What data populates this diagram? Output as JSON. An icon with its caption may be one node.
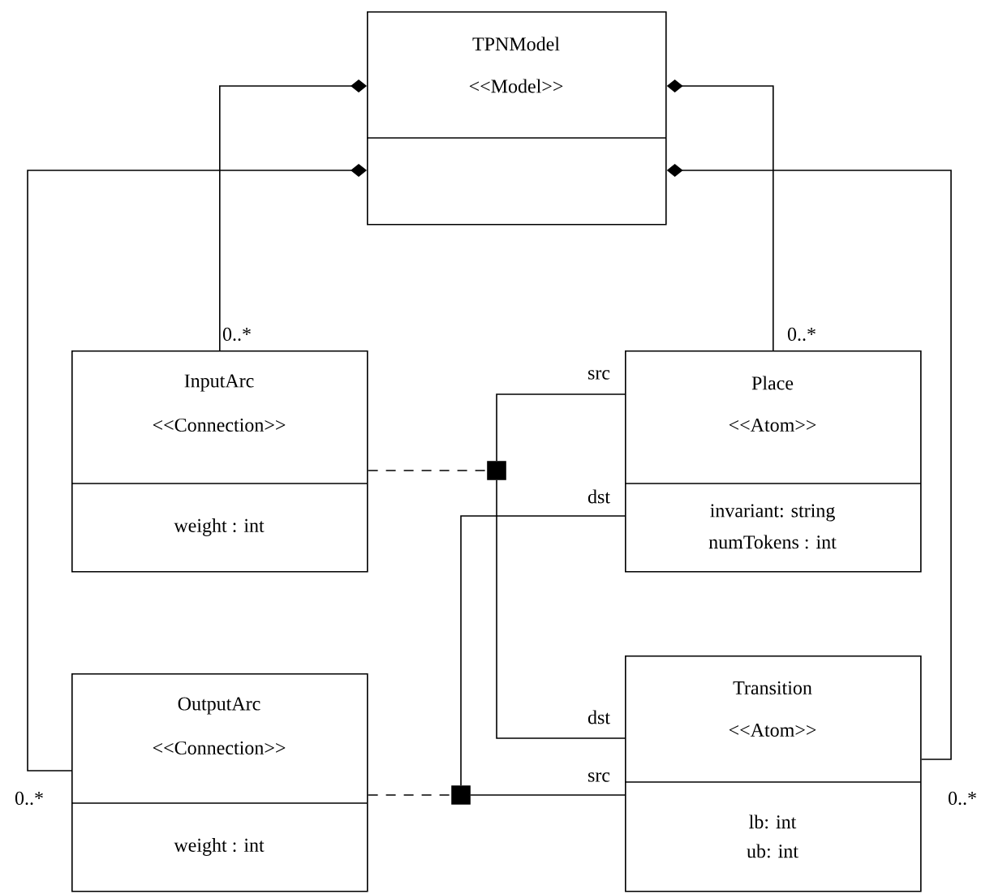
{
  "diagram": {
    "nodes": [
      {
        "text": [
          "TPNModel",
          "<<Model>>"
        ]
      },
      {
        "text": [
          "InputArc",
          "<<Connection>>",
          "weight : int"
        ]
      },
      {
        "text": [
          "Place",
          "<<Atom>>",
          "invariant: string",
          "numTokens : int"
        ]
      },
      {
        "text": [
          "OutputArc",
          "<<Connection>>",
          "weight : int"
        ]
      },
      {
        "text": [
          "Transition",
          "<<Atom>>",
          "lb: int",
          "ub: int"
        ]
      },
      {
        "text": [],
        "shape": "box"
      },
      {
        "text": [],
        "shape": "box"
      }
    ],
    "edges": [
      {
        "from": 0,
        "to": 1,
        "arrow": "other",
        "label": "0..*"
      },
      {
        "from": 0,
        "to": 2,
        "arrow": "other",
        "label": "0..*"
      },
      {
        "from": 0,
        "to": 3,
        "arrow": "other",
        "label": "0..*"
      },
      {
        "from": 0,
        "to": 4,
        "arrow": "other",
        "label": "0..*"
      },
      {
        "from": 1,
        "to": 5,
        "arrow": "none",
        "style": "dashed"
      },
      {
        "from": 3,
        "to": 6,
        "arrow": "none",
        "style": "dashed"
      },
      {
        "from": 5,
        "to": 2,
        "arrow": "none",
        "label": "src"
      },
      {
        "from": 5,
        "to": 4,
        "arrow": "none",
        "label": "dst"
      },
      {
        "from": 6,
        "to": 2,
        "arrow": "none",
        "label": "dst"
      },
      {
        "from": 6,
        "to": 4,
        "arrow": "none",
        "label": "src"
      }
    ]
  }
}
